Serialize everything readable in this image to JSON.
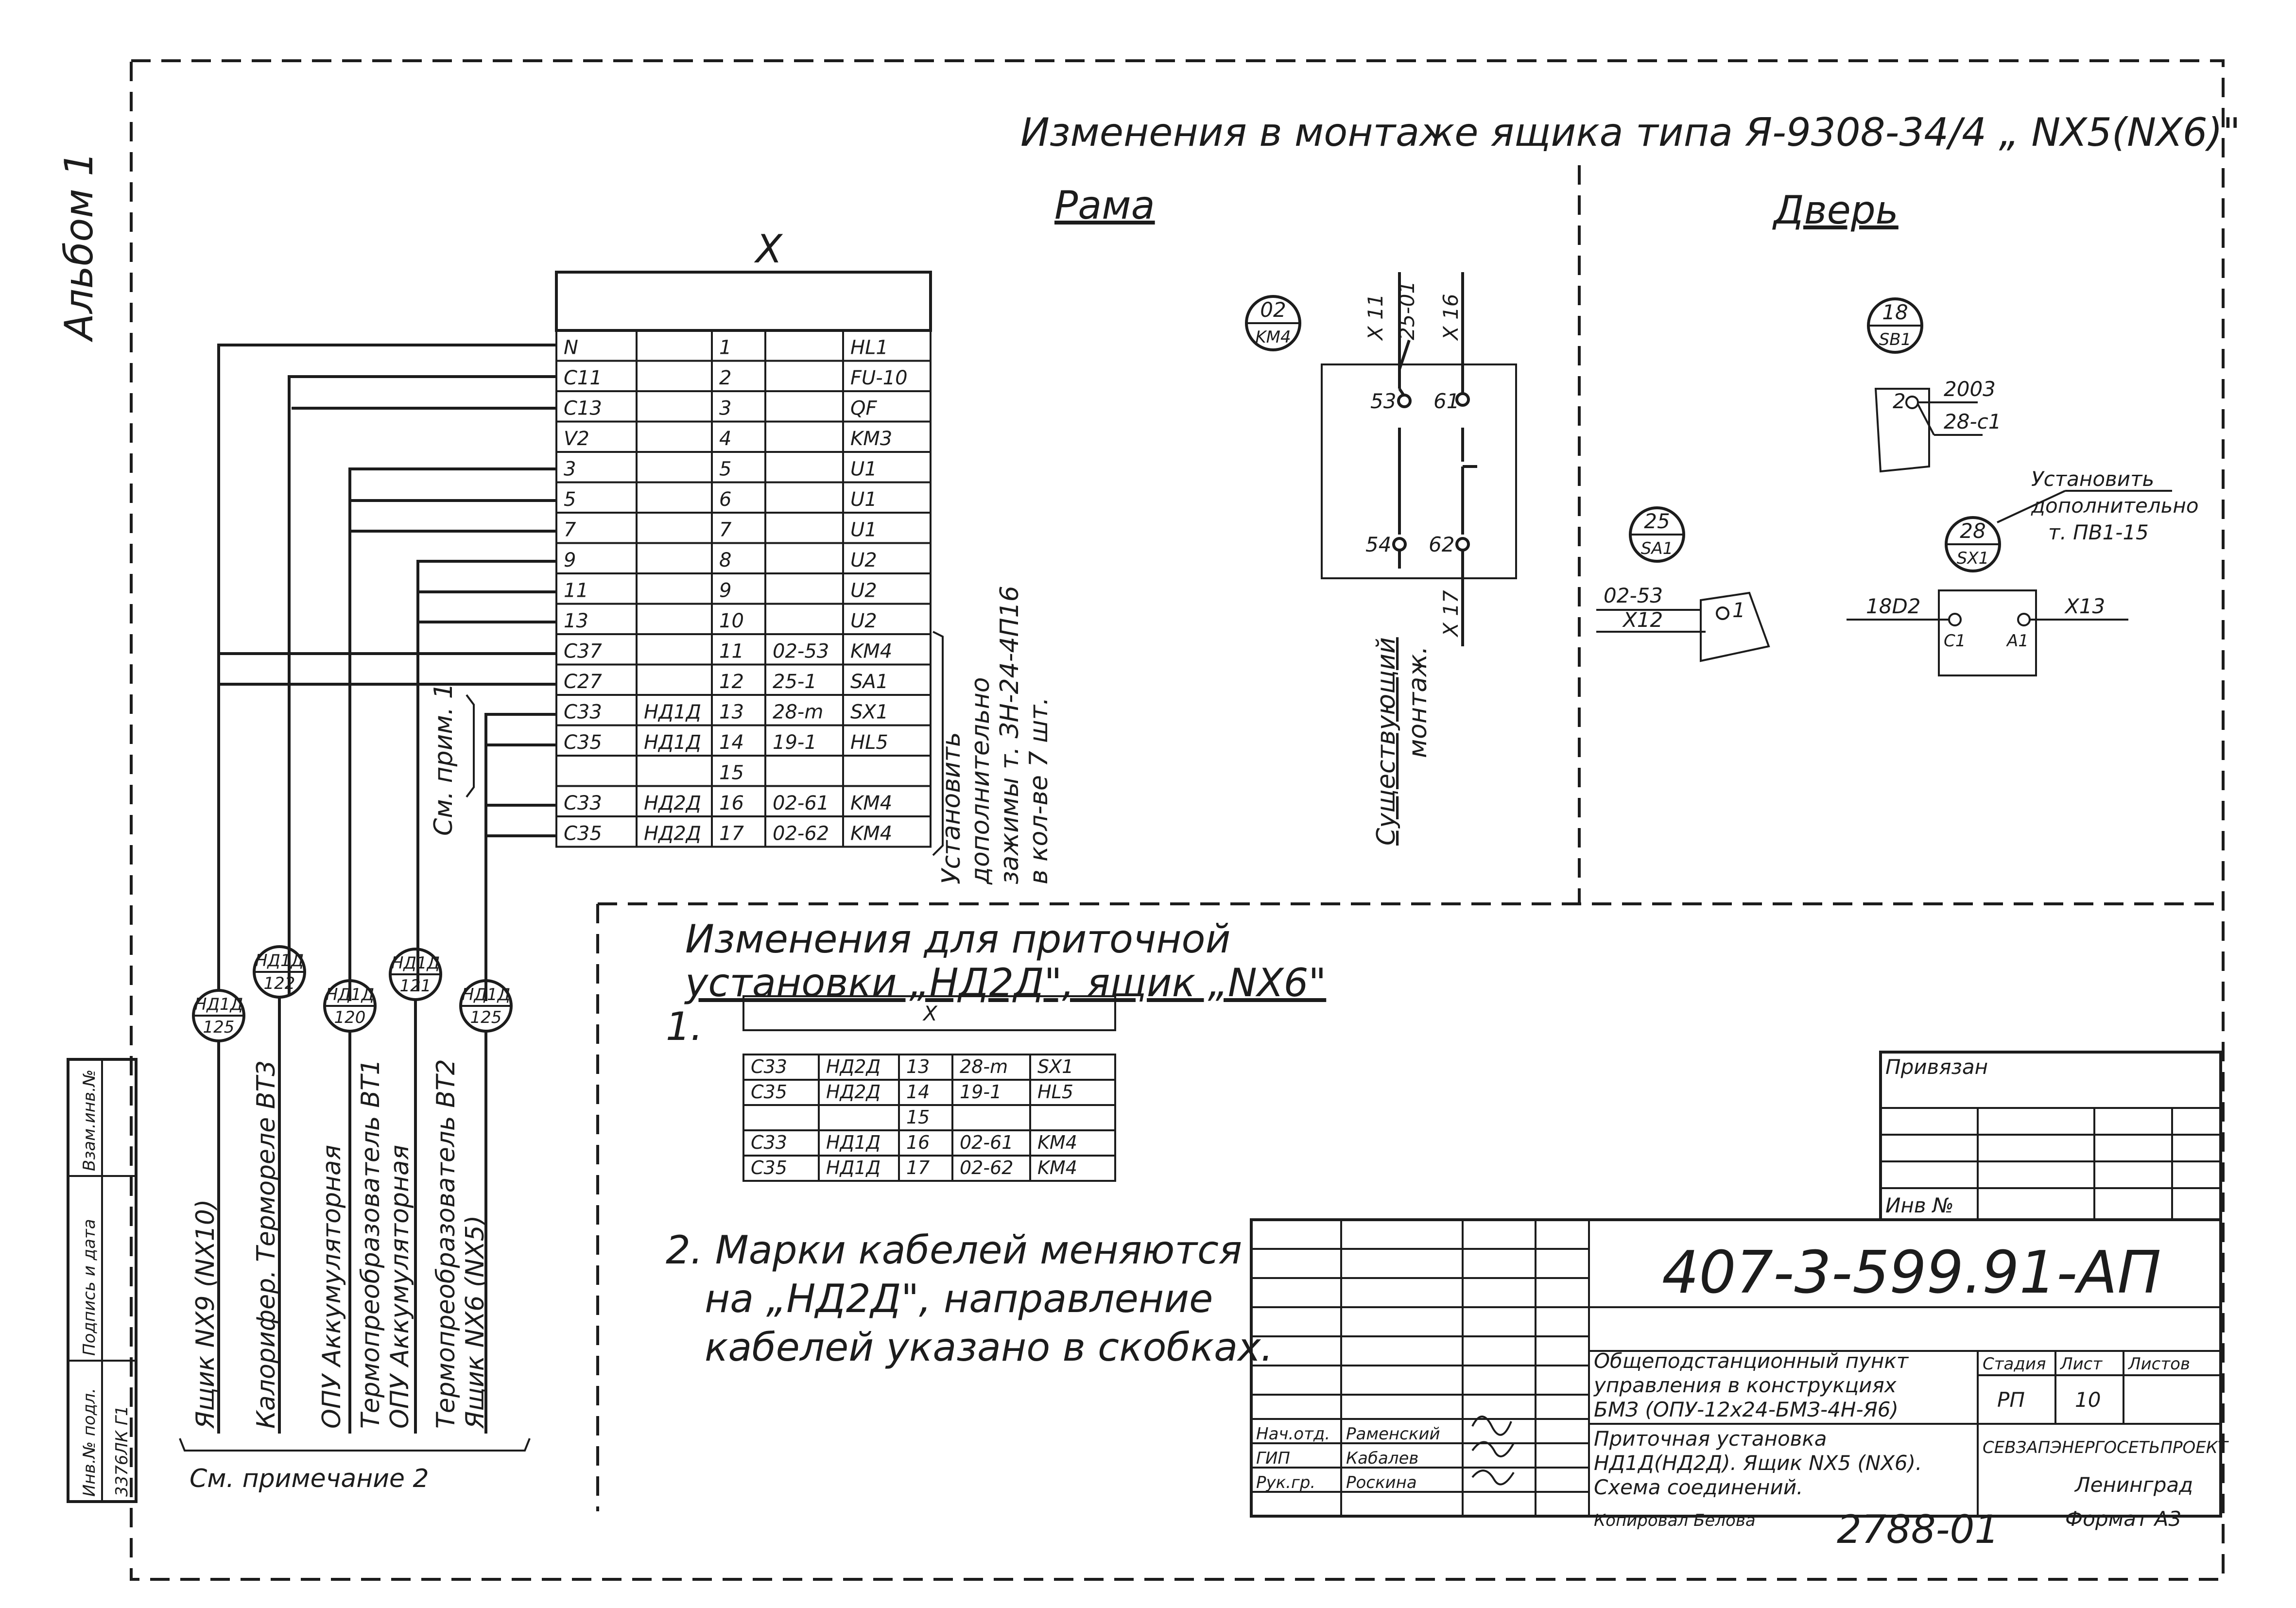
{
  "header": {
    "title": "Изменения в монтаже ящика типа Я-9308-34/4 „ NX5(NX6)\"",
    "album": "Альбом 1",
    "section_frame": "Рама",
    "section_door": "Дверь"
  },
  "terminal_block": {
    "name": "X",
    "rows": [
      {
        "c1": "N",
        "c2": "",
        "c3": "1",
        "c4": "",
        "c5": "HL1"
      },
      {
        "c1": "C11",
        "c2": "",
        "c3": "2",
        "c4": "",
        "c5": "FU-10"
      },
      {
        "c1": "C13",
        "c2": "",
        "c3": "3",
        "c4": "",
        "c5": "QF"
      },
      {
        "c1": "V2",
        "c2": "",
        "c3": "4",
        "c4": "",
        "c5": "KM3"
      },
      {
        "c1": "3",
        "c2": "",
        "c3": "5",
        "c4": "",
        "c5": "U1"
      },
      {
        "c1": "5",
        "c2": "",
        "c3": "6",
        "c4": "",
        "c5": "U1"
      },
      {
        "c1": "7",
        "c2": "",
        "c3": "7",
        "c4": "",
        "c5": "U1"
      },
      {
        "c1": "9",
        "c2": "",
        "c3": "8",
        "c4": "",
        "c5": "U2"
      },
      {
        "c1": "11",
        "c2": "",
        "c3": "9",
        "c4": "",
        "c5": "U2"
      },
      {
        "c1": "13",
        "c2": "",
        "c3": "10",
        "c4": "",
        "c5": "U2"
      },
      {
        "c1": "C37",
        "c2": "",
        "c3": "11",
        "c4": "02-53",
        "c5": "KM4"
      },
      {
        "c1": "C27",
        "c2": "",
        "c3": "12",
        "c4": "25-1",
        "c5": "SA1"
      },
      {
        "c1": "C33",
        "c2": "НД1Д",
        "c3": "13",
        "c4": "28-m",
        "c5": "SX1"
      },
      {
        "c1": "C35",
        "c2": "НД1Д",
        "c3": "14",
        "c4": "19-1",
        "c5": "HL5"
      },
      {
        "c1": "",
        "c2": "",
        "c3": "15",
        "c4": "",
        "c5": ""
      },
      {
        "c1": "C33",
        "c2": "НД2Д",
        "c3": "16",
        "c4": "02-61",
        "c5": "KM4"
      },
      {
        "c1": "C35",
        "c2": "НД2Д",
        "c3": "17",
        "c4": "02-62",
        "c5": "KM4"
      }
    ],
    "note_install_1": "Установить",
    "note_install_2": "дополнительно",
    "note_install_3": "зажимы т. ЗН-24-4П16",
    "note_install_4": "в кол-ве 7 шт.",
    "see_note": "См. прим. 1"
  },
  "cables": {
    "items": [
      {
        "tag_top": "НД1Д",
        "tag_bottom": "125",
        "label": "Ящик NX9 (NX10)"
      },
      {
        "tag_top": "НД1Д",
        "tag_bottom": "122",
        "label": "Калорифер. Термореле ВТ3"
      },
      {
        "tag_top": "НД1Д",
        "tag_bottom": "120",
        "label": "ОПУ Аккумуляторная"
      },
      {
        "tag_top": "НД1Д",
        "tag_bottom": "121",
        "label": "Термопреобразователь ВТ1"
      },
      {
        "tag_top": "НД1Д",
        "tag_bottom": "125",
        "label": "ОПУ Аккумуляторная"
      },
      {
        "tag_top": "",
        "tag_bottom": "",
        "label": "Термопреобразователь ВТ2"
      },
      {
        "tag_top": "",
        "tag_bottom": "",
        "label": "Ящик NX6 (NX5)"
      }
    ],
    "see_note_2": "См. примечание 2"
  },
  "frame_schema": {
    "device": "02",
    "device_ref": "KM4",
    "wire_x11": "X 11",
    "wire_25_01": "25-01",
    "wire_x16": "X 16",
    "wire_x17": "X 17",
    "pin_53": "53",
    "pin_61": "61",
    "pin_54": "54",
    "pin_62": "62",
    "existing_1": "Существующий",
    "existing_2": "монтаж."
  },
  "door_schema": {
    "sb1_num": "18",
    "sb1_ref": "SB1",
    "sb1_pin": "2",
    "sb1_w1": "2003",
    "sb1_w2": "28-с1",
    "sa1_num": "25",
    "sa1_ref": "SA1",
    "sa1_w1": "02-53",
    "sa1_w2": "X12",
    "sa1_pin": "1",
    "sx1_num": "28",
    "sx1_ref": "SX1",
    "sx1_note_1": "Установить",
    "sx1_note_2": "дополнительно",
    "sx1_note_3": "т. ПВ1-15",
    "sx1_w1": "18D2",
    "sx1_w2": "X13",
    "sx1_p1": "C1",
    "sx1_p2": "A1"
  },
  "changes": {
    "title_1": "Изменения для приточной",
    "title_2": "установки „НД2Д\", ящик „NX6\"",
    "item_1": "1.",
    "table_name": "X",
    "rows": [
      {
        "c1": "C33",
        "c2": "НД2Д",
        "c3": "13",
        "c4": "28-m",
        "c5": "SX1"
      },
      {
        "c1": "C35",
        "c2": "НД2Д",
        "c3": "14",
        "c4": "19-1",
        "c5": "HL5"
      },
      {
        "c1": "",
        "c2": "",
        "c3": "15",
        "c4": "",
        "c5": ""
      },
      {
        "c1": "C33",
        "c2": "НД1Д",
        "c3": "16",
        "c4": "02-61",
        "c5": "KM4"
      },
      {
        "c1": "C35",
        "c2": "НД1Д",
        "c3": "17",
        "c4": "02-62",
        "c5": "KM4"
      }
    ],
    "note_2_a": "2. Марки кабелей меняются",
    "note_2_b": "на „НД2Д\", направление",
    "note_2_c": "кабелей указано в скобках."
  },
  "stamp": {
    "tied": "Привязан",
    "inv": "Инв №",
    "code": "407-3-599.91-АП",
    "obj_1": "Общеподстанционный пункт",
    "obj_2": "управления в конструкциях",
    "obj_3": "БМЗ (ОПУ-12х24-БМЗ-4Н-Я6)",
    "sheet_1": "Приточная установка",
    "sheet_2": "НД1Д(НД2Д). Ящик NX5 (NX6).",
    "sheet_3": "Схема соединений.",
    "stage_h": "Стадия",
    "list_h": "Лист",
    "lists_h": "Листов",
    "stage": "РП",
    "list": "10",
    "org_1": "СЕВЗАПЭНЕРГОСЕТЬПРОЕКТ",
    "org_2": "Ленинград",
    "role_1": "Нач.отд.",
    "name_1": "Раменский",
    "role_2": "ГИП",
    "name_2": "Кабалев",
    "role_3": "Рук.гр.",
    "name_3": "Роскина",
    "copied": "Копировал Белова",
    "number": "2788-01",
    "format": "Формат А3"
  },
  "side_stamp": {
    "f1": "Взам.инв.№",
    "f2": "Подпись и дата",
    "f3": "Инв.№ подл.",
    "f4": "3376ЛК Г1"
  }
}
